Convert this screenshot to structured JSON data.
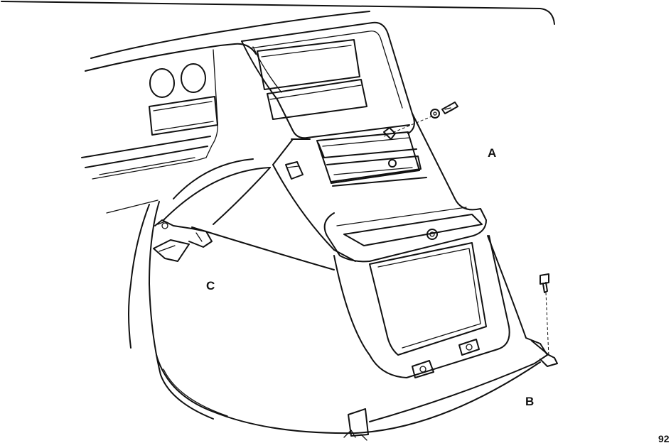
{
  "labels": {
    "a": "A",
    "b": "B",
    "c": "C"
  },
  "figure_number": "92"
}
